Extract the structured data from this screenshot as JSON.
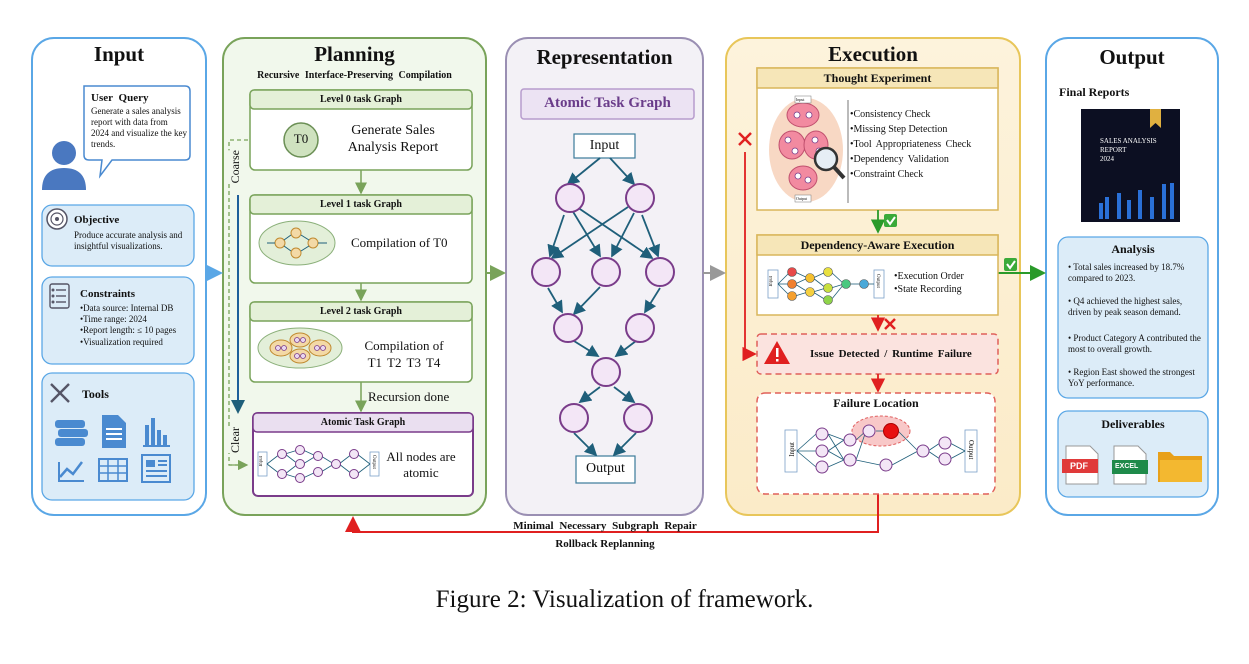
{
  "input": {
    "title": "Input",
    "user_query": {
      "label": "User Query",
      "text": "Generate a sales analysis report with data from 2024 and visualize the key trends."
    },
    "objective": {
      "label": "Objective",
      "text": "Produce accurate analysis and insightful visualizations."
    },
    "constraints": {
      "label": "Constraints",
      "items": [
        "•Data source: Internal DB",
        "•Time range: 2024",
        "•Report length: ≤ 10 pages",
        "•Visualization required"
      ]
    },
    "tools": {
      "label": "Tools"
    }
  },
  "planning": {
    "title": "Planning",
    "subtitle": "Recursive Interface-Preserving Compilation",
    "coarse": "Coarse",
    "clear": "Clear",
    "level0": {
      "title": "Level 0 task Graph",
      "node": "T0",
      "text": "Generate Sales Analysis Report"
    },
    "level1": {
      "title": "Level 1 task Graph",
      "text": "Compilation of T0"
    },
    "level2": {
      "title": "Level 2 task Graph",
      "text1": "Compilation of",
      "text2": "T1 T2 T3 T4"
    },
    "recursion": "Recursion done",
    "atomic": {
      "title": "Atomic Task Graph",
      "text": "All nodes are atomic",
      "in": "Input",
      "out": "Output"
    }
  },
  "representation": {
    "title": "Representation",
    "badge": "Atomic Task Graph",
    "input": "Input",
    "output": "Output"
  },
  "execution": {
    "title": "Execution",
    "thought": {
      "title": "Thought Experiment",
      "checks": [
        "•Consistency Check",
        "•Missing Step Detection",
        "•Tool Appropriateness Check",
        "•Dependency Validation",
        "•Constraint Check"
      ],
      "in": "Input",
      "out": "Output"
    },
    "dae": {
      "title": "Dependency-Aware Execution",
      "items": [
        "•Execution Order",
        "•State Recording"
      ],
      "in": "Input",
      "out": "Output"
    },
    "issue": "Issue Detected / Runtime Failure",
    "failure": {
      "title": "Failure Location",
      "in": "Input",
      "out": "Output"
    }
  },
  "output": {
    "title": "Output",
    "final_reports": "Final Reports",
    "report_cover": [
      "SALES ANALYSIS",
      "REPORT",
      "2024"
    ],
    "analysis": {
      "title": "Analysis",
      "items": [
        "• Total sales increased by 18.7% compared to 2023.",
        "• Q4 achieved the highest sales, driven by peak season demand.",
        "• Product Category A contributed the most to overall growth.",
        "• Region East showed the strongest YoY performance."
      ]
    },
    "deliverables": {
      "title": "Deliverables",
      "pdf": "PDF",
      "excel": "EXCEL"
    }
  },
  "feedback": {
    "line1": "Minimal Necessary Subgraph Repair",
    "line2": "Rollback Replanning"
  },
  "caption": "Figure 2: Visualization of framework.",
  "colors": {
    "input": "#5aa7e6",
    "planning": "#79a35a",
    "representation": "#9a8fb3",
    "execution": "#e8c65a",
    "red": "#e02020",
    "green": "#2a9a2a"
  }
}
